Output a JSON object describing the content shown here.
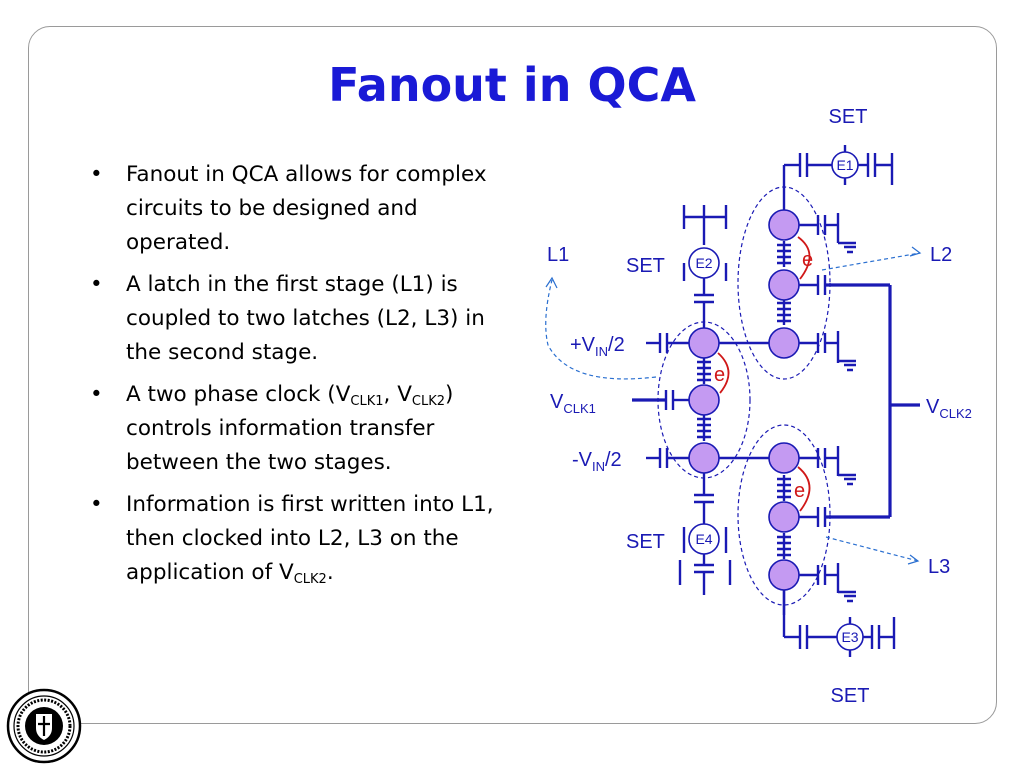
{
  "title": "Fanout in QCA",
  "bullets": [
    {
      "a": "Fanout in QCA allows for complex circuits to be designed and operated."
    },
    {
      "a": "A latch in the first stage (L1) is coupled to two latches (L2, L3) in the second stage."
    },
    {
      "a": "A two phase clock (V",
      "s1": "CLK1",
      "b": ", V",
      "s2": "CLK2",
      "c": ") controls information transfer between the two stages."
    },
    {
      "a": "Information is first written into L1, then clocked into L2, L3 on the application of V",
      "s1": "CLK2",
      "b": "."
    }
  ],
  "diagram": {
    "set_top": "SET",
    "set_bottom": "SET",
    "set_e2": "SET",
    "set_e4": "SET",
    "e1": "E1",
    "e2": "E2",
    "e3": "E3",
    "e4": "E4",
    "l1": "L1",
    "l2": "L2",
    "l3": "L3",
    "vin_plus": "+V",
    "vin_plus_sub": "IN",
    "vin_plus_tail": "/2",
    "vin_minus": "-V",
    "vin_minus_sub": "IN",
    "vin_minus_tail": "/2",
    "vclk1": "V",
    "vclk1_sub": "CLK1",
    "vclk2": "V",
    "vclk2_sub": "CLK2",
    "electron": "e"
  }
}
